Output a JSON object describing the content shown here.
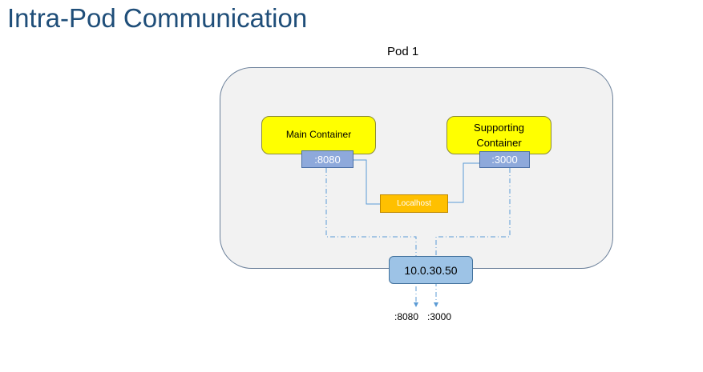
{
  "slide": {
    "title": "Intra-Pod Communication"
  },
  "pod": {
    "label": "Pod 1",
    "main_container": {
      "label": "Main Container",
      "port": ":8080"
    },
    "supporting_container": {
      "label": "Supporting Container",
      "port": ":3000"
    },
    "localhost": {
      "label": "Localhost"
    },
    "ip": {
      "label": "10.0.30.50"
    }
  },
  "exposed_ports": [
    ":8080",
    ":3000"
  ],
  "colors": {
    "title": "#1f4e79",
    "pod_fill": "#f2f2f2",
    "container_fill": "#ffff00",
    "port_fill": "#8ea9db",
    "localhost_fill": "#ffc000",
    "ip_fill": "#9dc3e6",
    "connector": "#5b9bd5"
  }
}
